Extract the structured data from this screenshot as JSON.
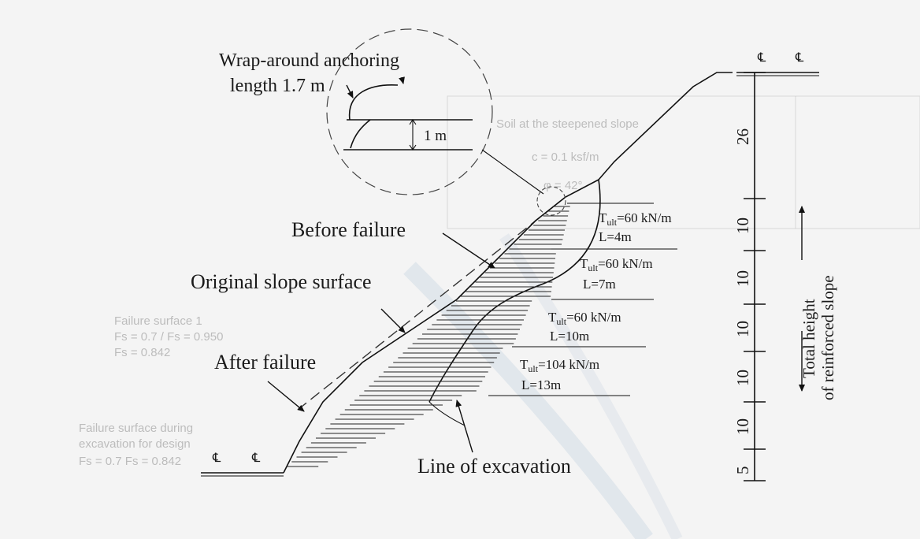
{
  "detail": {
    "title_line1": "Wrap-around anchoring",
    "title_line2": "length 1.7 m",
    "spacing": "1 m"
  },
  "labels": {
    "before_failure": "Before failure",
    "original_slope": "Original slope surface",
    "after_failure": "After failure",
    "excavation": "Line of excavation",
    "total_height_line1": "Total height",
    "total_height_line2": "of reinforced slope",
    "centerline": "℄"
  },
  "reinforcement": [
    {
      "tult": "T",
      "sub": "ult",
      "value": "=60 kN/m",
      "length": "L=4m"
    },
    {
      "tult": "T",
      "sub": "ult",
      "value": "=60 kN/m",
      "length": "L=7m"
    },
    {
      "tult": "T",
      "sub": "ult",
      "value": "=60 kN/m",
      "length": "L=10m"
    },
    {
      "tult": "T",
      "sub": "ult",
      "value": "=104 kN/m",
      "length": "L=13m"
    }
  ],
  "dimensions": [
    "26",
    "10",
    "10",
    "10",
    "10",
    "10",
    "5"
  ],
  "ghost_text": [
    "Soil at the steepened slope",
    "c = 0.1 ksf/m",
    "φ = 42°",
    "Failure surface 1",
    "Fs = 0.7 / Fs = 0.950",
    "Fs = 0.842",
    "Failure surface during",
    "excavation for design",
    "Fs = 0.7   Fs = 0.842"
  ]
}
